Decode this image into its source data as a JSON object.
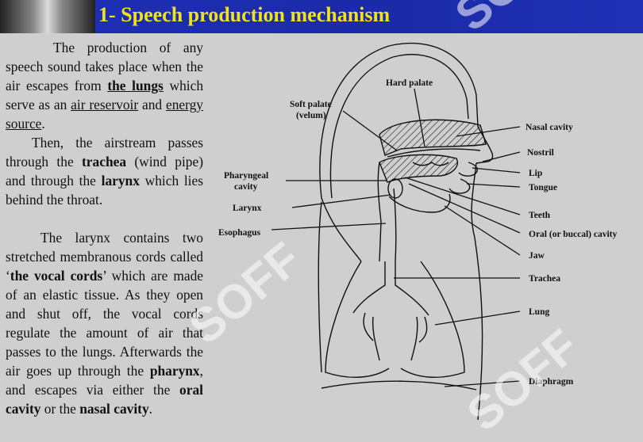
{
  "header": {
    "title": "1- Speech production mechanism"
  },
  "watermark": {
    "text": "SOFF"
  },
  "body_text": {
    "p1_a": "The production of any speech sound takes place when the air escapes from ",
    "p1_lungs": "the lungs",
    "p1_b": " which serve as an ",
    "p1_air_reservoir": "air reservoir",
    "p1_c": " and ",
    "p1_energy_source": "energy source",
    "p1_d": ".",
    "p2_a": "Then, the airstream passes through the ",
    "p2_trachea": "trachea",
    "p2_b": " (wind pipe) and through the ",
    "p2_larynx": "larynx",
    "p2_c": " which lies behind the throat.",
    "p3_a": "The larynx contains two stretched membranous cords called ‘",
    "p3_vocal_cords": "the vocal cords",
    "p3_b": "’ which are made of an elastic tissue. As they open and shut off, the vocal cords regulate the amount of air that passes to the lungs. Afterwards the air goes up through the ",
    "p3_pharynx": "pharynx",
    "p3_c": ", and escapes via either the ",
    "p3_oral": "oral cavity",
    "p3_d": " or the ",
    "p3_nasal": "nasal cavity",
    "p3_e": "."
  },
  "diagram": {
    "labels": {
      "hard_palate": "Hard palate",
      "soft_palate_1": "Soft palate",
      "soft_palate_2": "(velum)",
      "nasal_cavity": "Nasal cavity",
      "nostril": "Nostril",
      "pharyngeal_1": "Pharyngeal",
      "pharyngeal_2": "cavity",
      "lip": "Lip",
      "tongue": "Tongue",
      "larynx": "Larynx",
      "teeth": "Teeth",
      "esophagus": "Esophagus",
      "oral_cavity": "Oral (or buccal) cavity",
      "jaw": "Jaw",
      "trachea": "Trachea",
      "lung": "Lung",
      "diaphragm": "Diaphragm"
    }
  }
}
